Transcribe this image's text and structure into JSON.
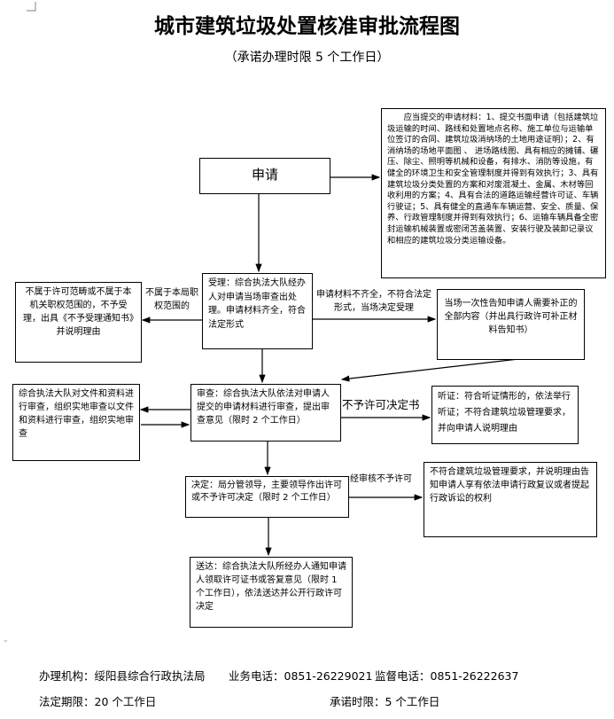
{
  "title": "城市建筑垃圾处置核准审批流程图",
  "subtitle": "（承诺办理时限 5 个工作日）",
  "nodes": {
    "apply": "申请",
    "materials": "应当提交的申请材料：1、提交书面申请（包括建筑垃圾运输的时间、路线和处置地点名称、施工单位与运输单位签订的合同、建筑垃圾消纳场的土地用途证明）；2、有消纳场的场地平面图 、 进场路线图、具有相应的摊铺、碾压、除尘、照明等机械和设备，有排水、消防等设施，有健全的环境卫生和安全管理制度并得到有效执行；3、具有建筑垃圾分类处置的方案和对废混凝土、金属、木材等回收利用的方案；4、具有合法的道路运输经营许可证、车辆行驶证；5、具有健全的直通车车辆运营、安全、质量、保养、行政管理制度并得到有效执行；6、运输车辆具备全密封运输机械装置或密闭苫盖装置、安装行驶及装卸记录议和相应的建筑垃圾分类运输设备。",
    "accept": "受理：综合执法大队经办人对申请当场审查出处理。申请材料齐全，符合法定形式",
    "reject": "不属于许可范畴或不属于本机关职权范围的，不予受理，出具《不予受理通知书》并说明理由",
    "supplement": "当场一次性告知申请人需要补正的全部内容（并出具行政许可补正材料告知书）",
    "review": "审查：综合执法大队依法对申请人提交的申请材料进行审查，提出审查意见（限时 2 个工作日）",
    "inspect": "综合执法大队对文件和资料进行审查，组织实地审查以文件和资料进行审查，组织实地审查",
    "hearing": "听证：符合听证情形的，依法举行听证；不符合建筑垃圾管理要求，并向申请人说明理由",
    "decision": "决定：局分管领导，主要领导作出许可或不予许可决定（限时 2 个工作日）",
    "denied": "不符合建筑垃圾管理要求，并说明理由告知申请人享有依法申请行政复议或者提起行政诉讼的权利",
    "deliver": "送达：综合执法大队所经办人通知申请人领取许可证书或答复意见（限时 1 个工作日），依法送达并公开行政许可决定"
  },
  "edges": {
    "not_jurisdiction": "不属于本局职权范围的",
    "incomplete": "申请材料不齐全，不符合法定形式，当场决定受理",
    "no_permit_doc": "不予许可决定书",
    "review_denied": "经审核不予许可"
  },
  "footer": {
    "agency": "办理机构：绥阳县综合行政执法局",
    "business_phone": "业务电话：0851-26229021",
    "supervise_phone": "监督电话：0851-26222637",
    "legal_limit": "法定期限：20 个工作日",
    "promise_limit": "承诺时限：5 个工作日"
  }
}
